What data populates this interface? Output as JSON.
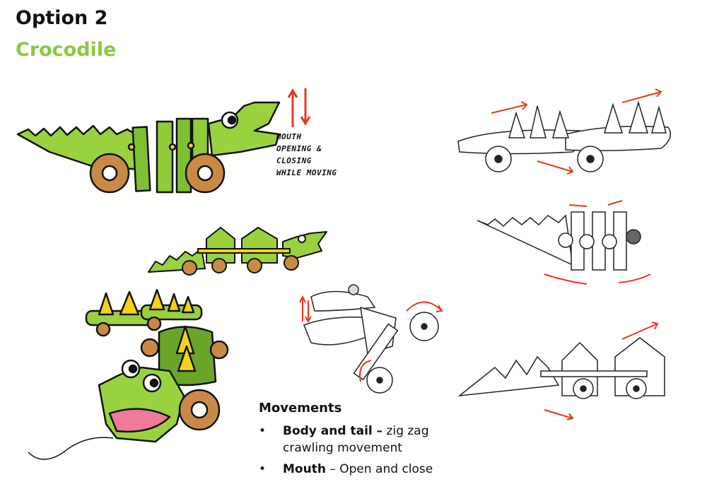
{
  "slide": {
    "title": "Option 2",
    "subtitle": "Crocodile",
    "accent_color": "#8dc63f"
  },
  "annotation": {
    "lines": [
      "MOUTH",
      "OPENING &",
      "CLOSING",
      "WHILE MOVING"
    ]
  },
  "movements": {
    "heading": "Movements",
    "items": [
      {
        "bullet": "•",
        "bold": "Body and tail –",
        "text": " zig zag crawling movement"
      },
      {
        "bullet": "•",
        "bold": "Mouth",
        "text": " – Open and close"
      }
    ]
  },
  "colors": {
    "croc_green": "#9ad23f",
    "dark_green": "#6aa52a",
    "wheel": "#c98a45",
    "spike": "#f2d21a",
    "arrow_red": "#e8371e",
    "tongue": "#f07a9a"
  }
}
